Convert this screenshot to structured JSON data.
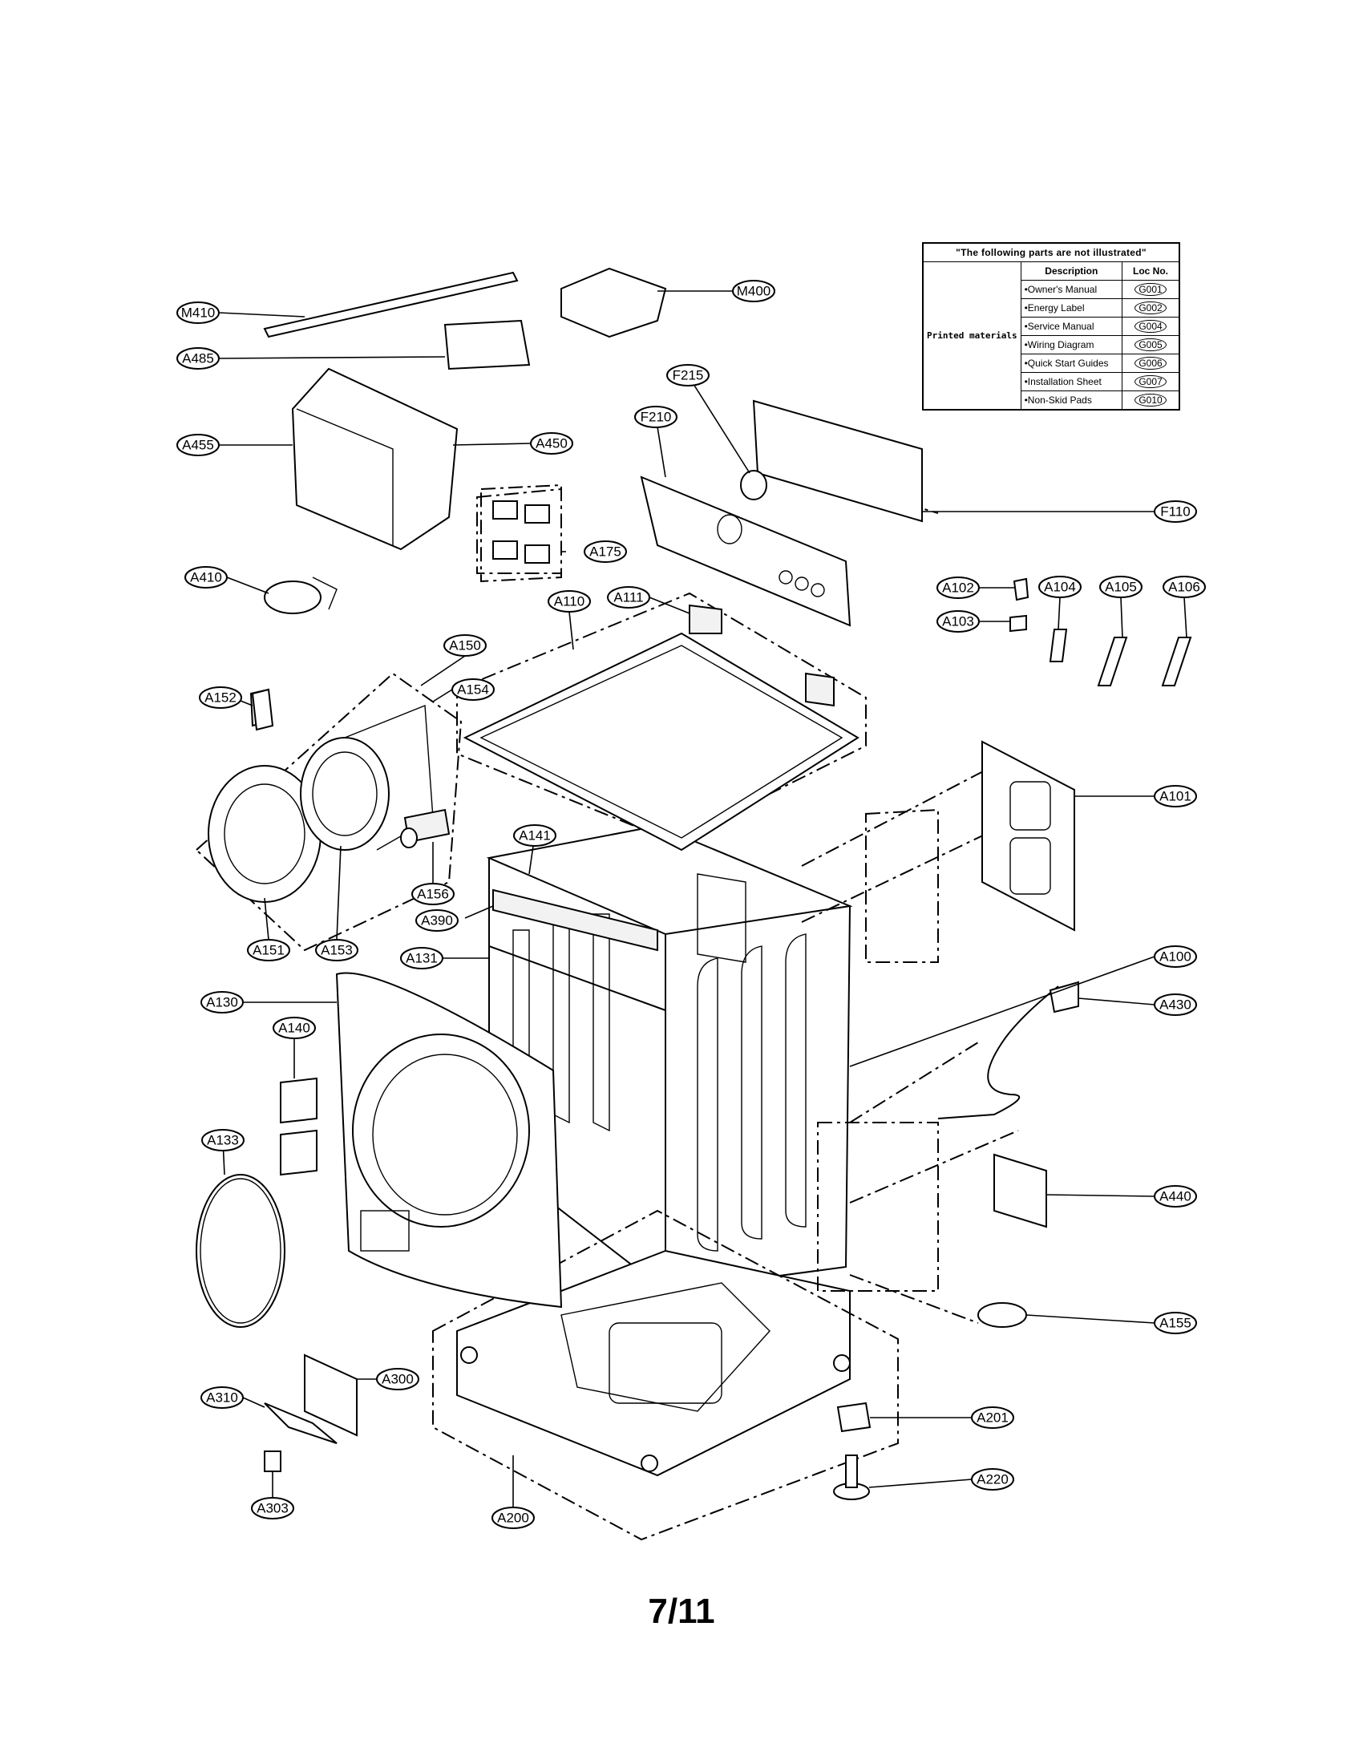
{
  "table": {
    "header": "\"The following parts are not illustrated\"",
    "col_description": "Description",
    "col_loc": "Loc No.",
    "group_label": "Printed materials",
    "rows": [
      {
        "description": "•Owner's Manual",
        "loc": "G001"
      },
      {
        "description": "•Energy Label",
        "loc": "G002"
      },
      {
        "description": "•Service Manual",
        "loc": "G004"
      },
      {
        "description": "•Wiring Diagram",
        "loc": "G005"
      },
      {
        "description": "•Quick Start Guides",
        "loc": "G006"
      },
      {
        "description": "•Installation Sheet",
        "loc": "G007"
      },
      {
        "description": "•Non-Skid Pads",
        "loc": "G010"
      }
    ]
  },
  "callouts": {
    "M410": "M410",
    "M400": "M400",
    "A485": "A485",
    "A455": "A455",
    "A450": "A450",
    "F215": "F215",
    "F210": "F210",
    "A175": "A175",
    "F110": "F110",
    "A410": "A410",
    "A111": "A111",
    "A110": "A110",
    "A102": "A102",
    "A103": "A103",
    "A104": "A104",
    "A105": "A105",
    "A106": "A106",
    "A150": "A150",
    "A152": "A152",
    "A154": "A154",
    "A101": "A101",
    "A141": "A141",
    "A156": "A156",
    "A390": "A390",
    "A151": "A151",
    "A153": "A153",
    "A131": "A131",
    "A100": "A100",
    "A130": "A130",
    "A430": "A430",
    "A140": "A140",
    "A133": "A133",
    "A440": "A440",
    "A155": "A155",
    "A300": "A300",
    "A310": "A310",
    "A201": "A201",
    "A220": "A220",
    "A303": "A303",
    "A200": "A200"
  },
  "page_number": "7/11"
}
